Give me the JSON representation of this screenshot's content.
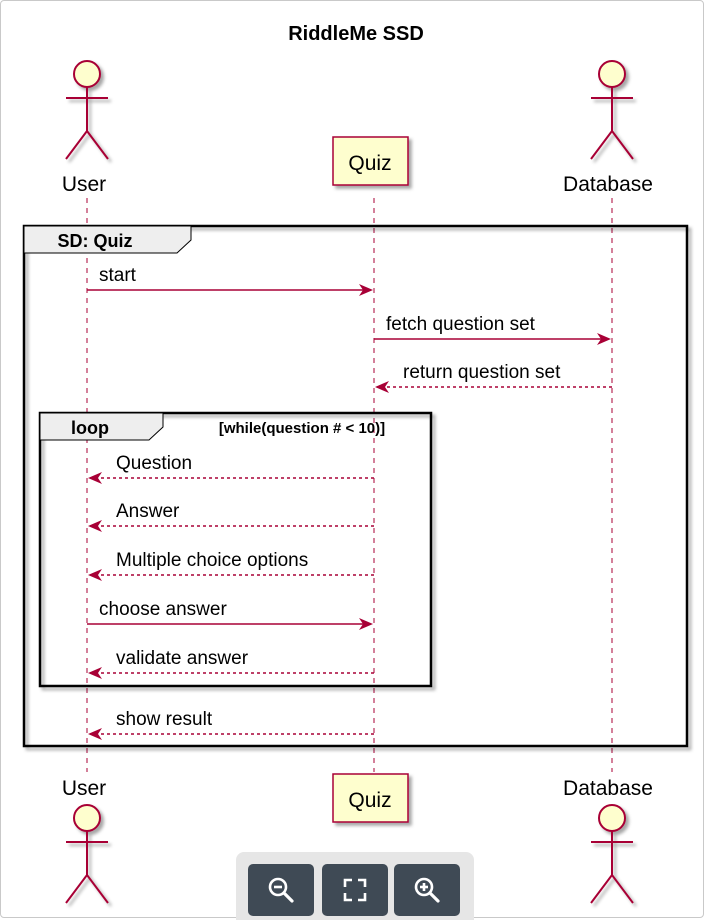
{
  "title": "RiddleMe SSD",
  "participants": {
    "user": "User",
    "quiz": "Quiz",
    "database": "Database"
  },
  "frames": {
    "sd": {
      "label": "SD: Quiz"
    },
    "loop": {
      "label": "loop",
      "condition": "[while(question # < 10)]"
    }
  },
  "messages": [
    {
      "from": "user",
      "to": "quiz",
      "label": "start",
      "style": "solid"
    },
    {
      "from": "quiz",
      "to": "database",
      "label": "fetch question set",
      "style": "solid"
    },
    {
      "from": "database",
      "to": "quiz",
      "label": "return question set",
      "style": "dashed"
    },
    {
      "from": "quiz",
      "to": "user",
      "label": "Question",
      "style": "dashed"
    },
    {
      "from": "quiz",
      "to": "user",
      "label": "Answer",
      "style": "dashed"
    },
    {
      "from": "quiz",
      "to": "user",
      "label": "Multiple choice options",
      "style": "dashed"
    },
    {
      "from": "user",
      "to": "quiz",
      "label": "choose answer",
      "style": "solid"
    },
    {
      "from": "quiz",
      "to": "user",
      "label": "validate answer",
      "style": "dashed"
    },
    {
      "from": "quiz",
      "to": "user",
      "label": "show result",
      "style": "dashed"
    }
  ],
  "toolbar": {
    "zoom_out": "zoom-out-icon",
    "fit": "fit-screen-icon",
    "zoom_in": "zoom-in-icon"
  },
  "colors": {
    "arrow": "#A80036",
    "actor_fill": "#FEFECE",
    "frame_border": "#000000",
    "frame_tab": "#EEEEEE",
    "toolbar_button": "#3f4a55"
  }
}
